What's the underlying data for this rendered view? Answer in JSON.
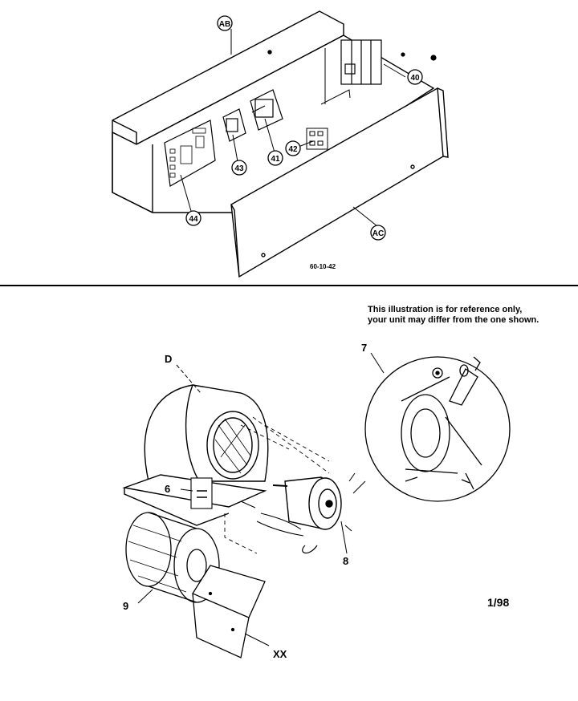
{
  "top_section": {
    "callouts": {
      "ab": "AB",
      "ac": "AC",
      "c40": "40",
      "c41": "41",
      "c42": "42",
      "c43": "43",
      "c44": "44"
    },
    "drawing_code": "60-10-42"
  },
  "bottom_section": {
    "note_line1": "This illustration is for reference only,",
    "note_line2": "your unit may differ from the one shown.",
    "labels": {
      "d": "D",
      "p6": "6",
      "p7": "7",
      "p8": "8",
      "p9": "9",
      "xx": "XX"
    },
    "date": "1/98"
  }
}
